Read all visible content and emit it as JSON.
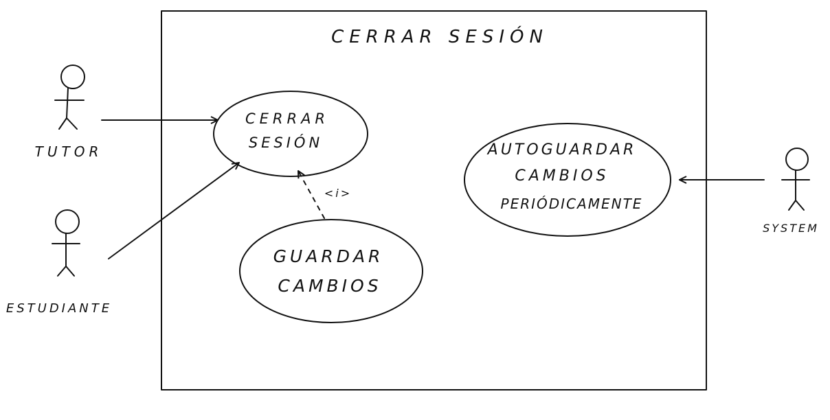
{
  "system": {
    "title": "CERRAR SESIÓN"
  },
  "actors": [
    {
      "id": "tutor",
      "label": "TUTOR"
    },
    {
      "id": "estudiante",
      "label": "ESTUDIANTE"
    },
    {
      "id": "system",
      "label": "SYSTEM"
    }
  ],
  "use_cases": [
    {
      "id": "cerrar-sesion",
      "lines": [
        "CERRAR",
        "SESIÓN"
      ]
    },
    {
      "id": "guardar-cambios",
      "lines": [
        "GUARDAR",
        "CAMBIOS"
      ]
    },
    {
      "id": "autoguardar",
      "lines": [
        "AUTOGUARDAR",
        "CAMBIOS",
        "PERIÓDICAMENTE"
      ]
    }
  ],
  "relations": {
    "include_label": "<i>"
  },
  "colors": {
    "ink": "#111111",
    "background": "#ffffff"
  }
}
